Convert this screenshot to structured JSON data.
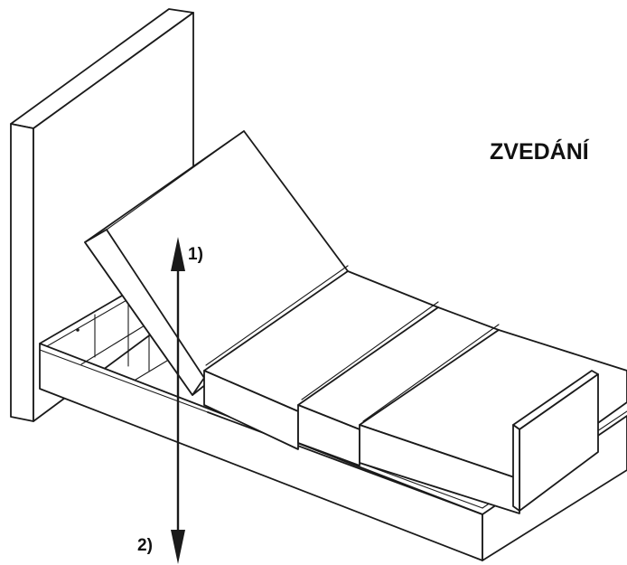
{
  "heading": "ZVEDÁNÍ",
  "steps": [
    {
      "label": "1)"
    },
    {
      "label": "2)"
    }
  ],
  "colors": {
    "ink": "#1a1a1a",
    "background": "#ffffff"
  }
}
